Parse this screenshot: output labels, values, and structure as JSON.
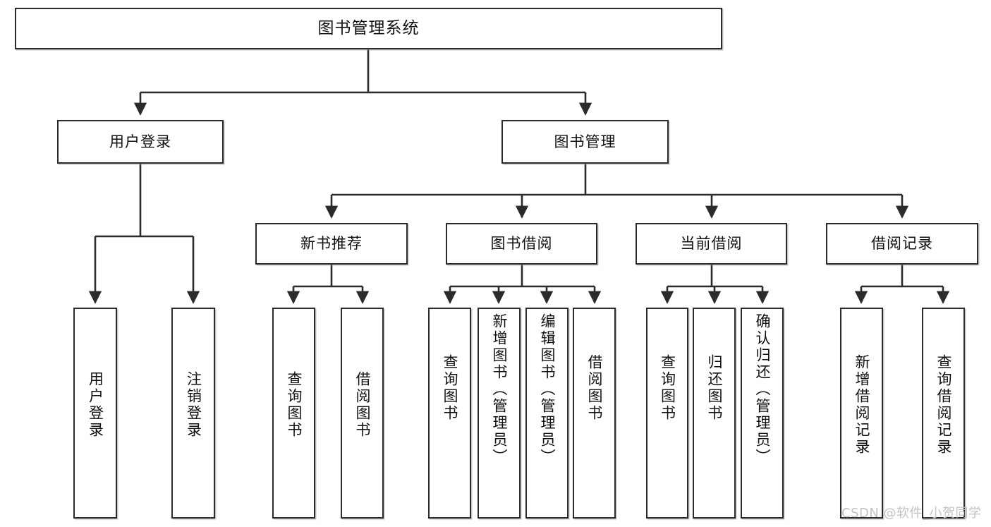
{
  "diagram": {
    "type": "hierarchy-tree",
    "title": "图书管理系统",
    "watermark": "CSDN @软件_小贺同学",
    "colors": {
      "stroke": "#2b2b2b",
      "fill": "#ffffff",
      "text": "#111111",
      "watermark": "#c3c3c3"
    },
    "levels": {
      "root": {
        "label": "图书管理系统"
      },
      "branches": [
        {
          "label": "用户登录"
        },
        {
          "label": "图书管理"
        }
      ],
      "features": [
        {
          "label": "新书推荐"
        },
        {
          "label": "图书借阅"
        },
        {
          "label": "当前借阅"
        },
        {
          "label": "借阅记录"
        }
      ],
      "leaves": {
        "user_login": [
          {
            "label": "用户登录"
          },
          {
            "label": "注销登录"
          }
        ],
        "new_book_recommend": [
          {
            "label": "查询图书"
          },
          {
            "label": "借阅图书"
          }
        ],
        "book_borrow": [
          {
            "label": "查询图书"
          },
          {
            "label": "新增图书（管理员）"
          },
          {
            "label": "编辑图书（管理员）"
          },
          {
            "label": "借阅图书"
          }
        ],
        "current_borrow": [
          {
            "label": "查询图书"
          },
          {
            "label": "归还图书"
          },
          {
            "label": "确认归还（管理员）"
          }
        ],
        "borrow_record": [
          {
            "label": "新增借阅记录"
          },
          {
            "label": "查询借阅记录"
          }
        ]
      }
    }
  }
}
